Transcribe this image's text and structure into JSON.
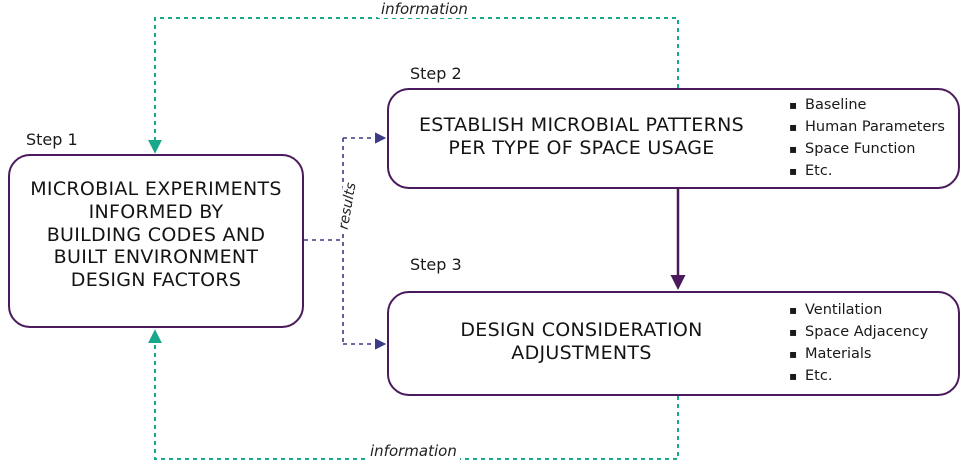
{
  "steps": {
    "step1": {
      "label": "Step 1",
      "lines": [
        "MICROBIAL EXPERIMENTS",
        "INFORMED BY",
        "BUILDING CODES AND",
        "BUILT ENVIRONMENT",
        "DESIGN FACTORS"
      ]
    },
    "step2": {
      "label": "Step 2",
      "lines": [
        "ESTABLISH MICROBIAL PATTERNS",
        "PER TYPE OF SPACE USAGE"
      ],
      "bullets": [
        "Baseline",
        "Human Parameters",
        "Space Function",
        "Etc."
      ]
    },
    "step3": {
      "label": "Step 3",
      "lines": [
        "DESIGN CONSIDERATION",
        "ADJUSTMENTS"
      ],
      "bullets": [
        "Ventilation",
        "Space Adjacency",
        "Materials",
        "Etc."
      ]
    }
  },
  "edges": {
    "information_top": "information",
    "information_bottom": "information",
    "results": "results"
  },
  "colors": {
    "box_border": "#4a1a5c",
    "information_edge": "#1aa88c",
    "results_edge": "#3a3a85",
    "step_arrow": "#4a1a5c"
  }
}
